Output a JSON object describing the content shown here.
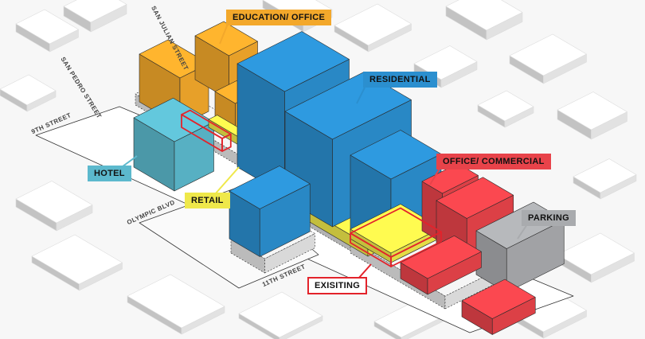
{
  "labels": {
    "education": "EDUCATION/ OFFICE",
    "residential": "RESIDENTIAL",
    "office_commercial": "OFFICE/ COMMERCIAL",
    "parking": "PARKING",
    "hotel": "HOTEL",
    "retail": "RETAIL",
    "existing": "EXISITING"
  },
  "streets": {
    "san_julian": "SAN JULIAN STREET",
    "san_pedro": "SAN PEDRO STREET",
    "ninth": "9TH STREET",
    "olympic": "OLYMPIC BLVD",
    "eleventh": "11TH STREET"
  },
  "colors": {
    "education": "#f3a82b",
    "residential": "#2b8fcf",
    "office_commercial": "#e8434a",
    "parking": "#a9abae",
    "hotel": "#5cb9cd",
    "retail": "#efe84a",
    "existing": "#e3232b"
  }
}
